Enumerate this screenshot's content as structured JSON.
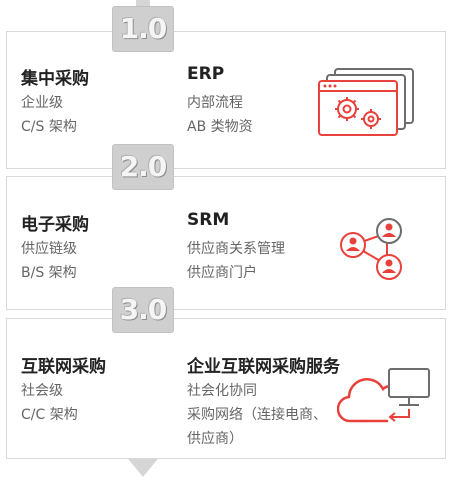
{
  "stages": [
    {
      "version": "1.0",
      "left_title": "集中采购",
      "left_lines": [
        "企业级",
        "C/S 架构"
      ],
      "right_title": "ERP",
      "right_lines": [
        "内部流程",
        "AB 类物资"
      ],
      "icon": "window-gears-icon"
    },
    {
      "version": "2.0",
      "left_title": "电子采购",
      "left_lines": [
        "供应链级",
        "B/S 架构"
      ],
      "right_title": "SRM",
      "right_lines": [
        "供应商关系管理",
        "供应商门户"
      ],
      "icon": "user-network-icon"
    },
    {
      "version": "3.0",
      "left_title": "互联网采购",
      "left_lines": [
        "社会级",
        "C/C 架构"
      ],
      "right_title": "企业互联网采购服务",
      "right_lines": [
        "社会化协同",
        "采购网络（连接电商、",
        "供应商）"
      ],
      "icon": "cloud-monitor-icon"
    }
  ],
  "colors": {
    "accent_red": "#e8413b",
    "accent_dark": "#6d6d6d",
    "spine": "#d6d6d6",
    "border": "#d9d9d9"
  }
}
